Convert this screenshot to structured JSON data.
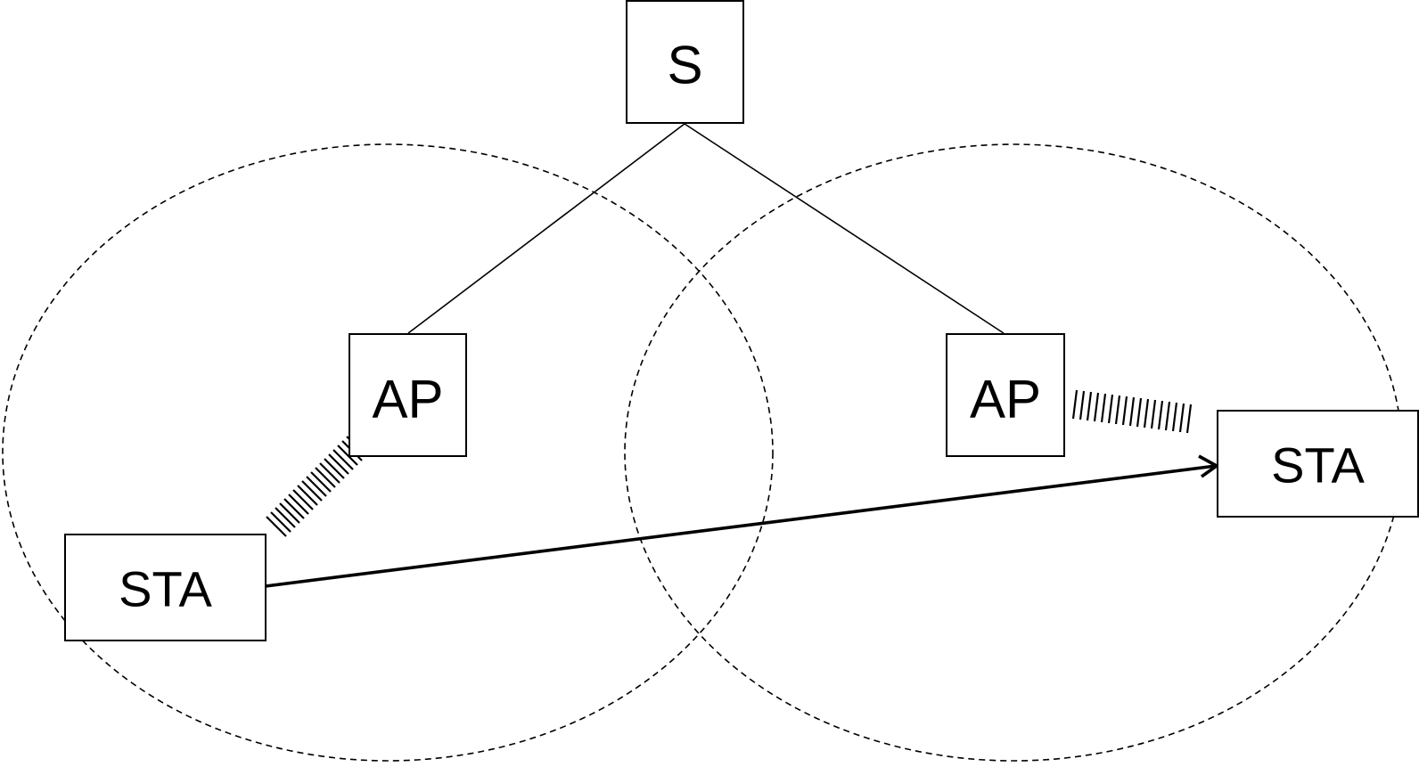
{
  "nodes": {
    "server": {
      "label": "S"
    },
    "ap_left": {
      "label": "AP"
    },
    "ap_right": {
      "label": "AP"
    },
    "sta_left": {
      "label": "STA"
    },
    "sta_right": {
      "label": "STA"
    }
  },
  "colors": {
    "stroke": "#000000",
    "background": "#ffffff"
  }
}
